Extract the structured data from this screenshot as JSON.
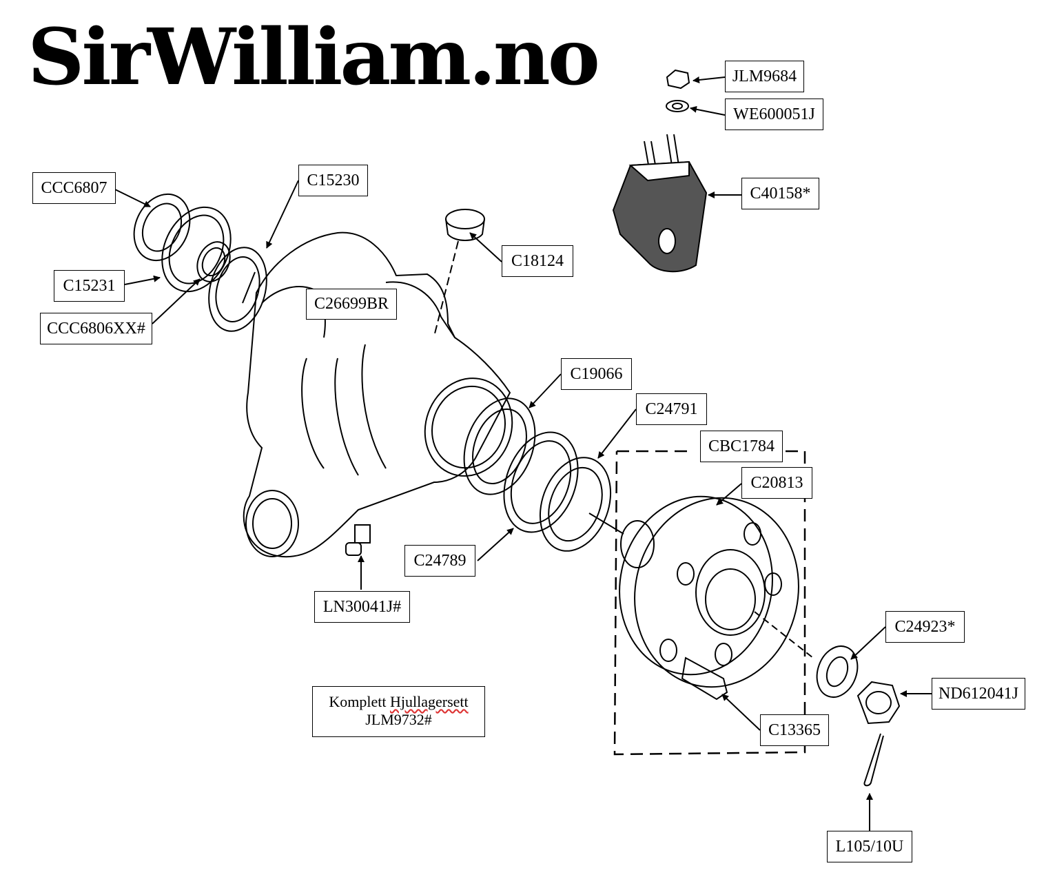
{
  "logo": "SirWilliam.no",
  "kit": {
    "line1_prefix": "Komplett ",
    "line1_word": "Hjullagersett",
    "line2": "JLM9732#"
  },
  "labels": {
    "jlm9684": "JLM9684",
    "we600051j": "WE600051J",
    "c40158": "C40158*",
    "ccc6807": "CCC6807",
    "c15230": "C15230",
    "c18124": "C18124",
    "c15231": "C15231",
    "c26699br": "C26699BR",
    "ccc6806xx": "CCC6806XX#",
    "c19066": "C19066",
    "c24791": "C24791",
    "cbc1784": "CBC1784",
    "c20813": "C20813",
    "c24789": "C24789",
    "ln30041j": "LN30041J#",
    "c24923": "C24923*",
    "nd612041j": "ND612041J",
    "c13365": "C13365",
    "l105_10u": "L105/10U"
  }
}
